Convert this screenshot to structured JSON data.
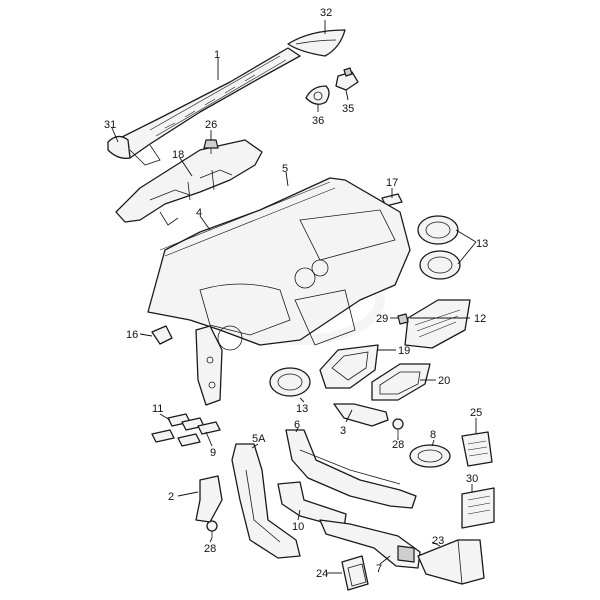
{
  "diagram": {
    "callouts": [
      {
        "id": "p1",
        "label": "1"
      },
      {
        "id": "p2",
        "label": "2"
      },
      {
        "id": "p3",
        "label": "3"
      },
      {
        "id": "p4",
        "label": "4"
      },
      {
        "id": "p5",
        "label": "5"
      },
      {
        "id": "p5a",
        "label": "5A"
      },
      {
        "id": "p6",
        "label": "6"
      },
      {
        "id": "p7",
        "label": "7"
      },
      {
        "id": "p8",
        "label": "8"
      },
      {
        "id": "p9",
        "label": "9"
      },
      {
        "id": "p10",
        "label": "10"
      },
      {
        "id": "p11",
        "label": "11"
      },
      {
        "id": "p12",
        "label": "12"
      },
      {
        "id": "p13a",
        "label": "13"
      },
      {
        "id": "p13b",
        "label": "13"
      },
      {
        "id": "p16",
        "label": "16"
      },
      {
        "id": "p17",
        "label": "17"
      },
      {
        "id": "p18",
        "label": "18"
      },
      {
        "id": "p19",
        "label": "19"
      },
      {
        "id": "p20",
        "label": "20"
      },
      {
        "id": "p23",
        "label": "23"
      },
      {
        "id": "p24",
        "label": "24"
      },
      {
        "id": "p25",
        "label": "25"
      },
      {
        "id": "p26",
        "label": "26"
      },
      {
        "id": "p28a",
        "label": "28"
      },
      {
        "id": "p28b",
        "label": "28"
      },
      {
        "id": "p29",
        "label": "29"
      },
      {
        "id": "p30",
        "label": "30"
      },
      {
        "id": "p31",
        "label": "31"
      },
      {
        "id": "p32",
        "label": "32"
      },
      {
        "id": "p35",
        "label": "35"
      },
      {
        "id": "p36",
        "label": "36"
      }
    ]
  }
}
